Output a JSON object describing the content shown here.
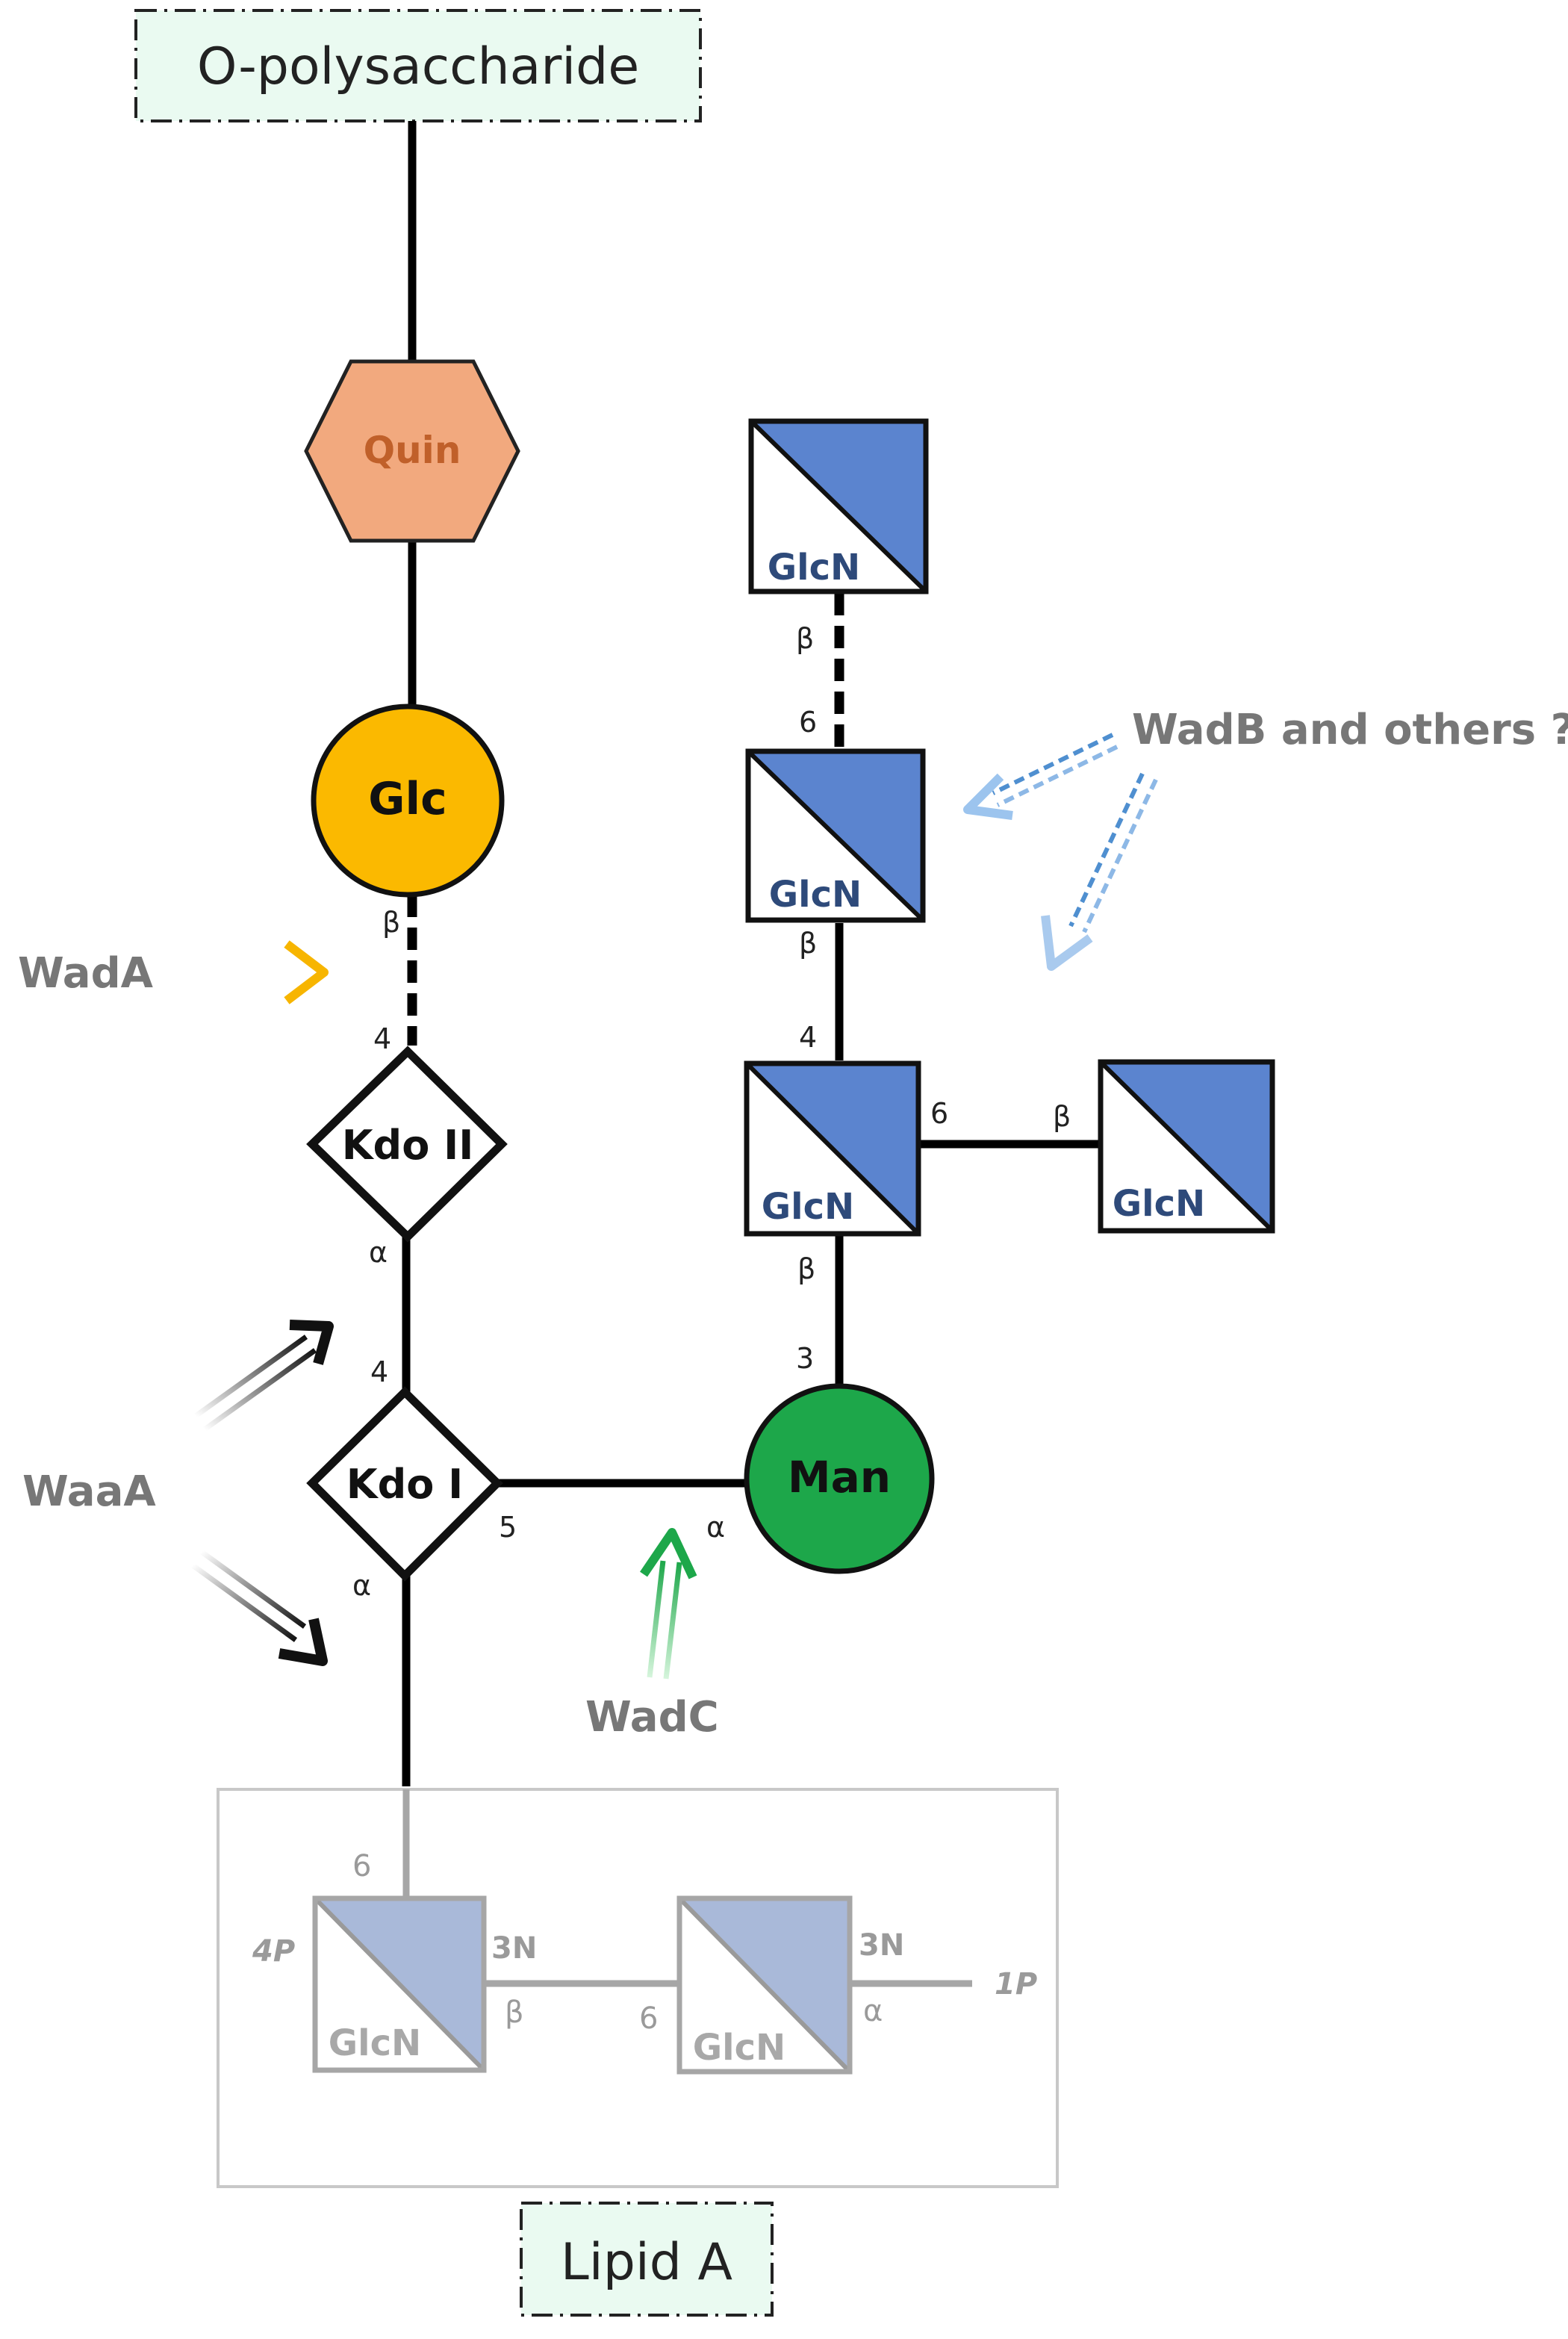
{
  "top_box": {
    "label": "O-polysaccharide"
  },
  "bottom_box": {
    "label": "Lipid A"
  },
  "nodes": {
    "quin": "Quin",
    "glc": "Glc",
    "kdo2": "Kdo II",
    "kdo1": "Kdo I",
    "man": "Man",
    "glcn_top": "GlcN",
    "glcn_mid": "GlcN",
    "glcn_branch": "GlcN",
    "glcn_side": "GlcN",
    "lipid_glcn_left": "GlcN",
    "lipid_glcn_right": "GlcN"
  },
  "enzymes": {
    "wada": "WadA",
    "waaa": "WaaA",
    "wadc": "WadC",
    "wadb": "WadB and others ?"
  },
  "linkages": {
    "glc_beta": "β",
    "kdo2_4": "4",
    "kdo2_alpha": "α",
    "kdo1_4": "4",
    "kdo1_5": "5",
    "kdo1_alpha": "α",
    "man_alpha": "α",
    "man_3": "3",
    "branch_beta": "β",
    "branch_6": "6",
    "side_beta": "β",
    "branch_4": "4",
    "mid_beta": "β",
    "mid_6": "6",
    "top_beta": "β",
    "lipid_6": "6",
    "lipid_4p": "4P",
    "lipid_3n_left": "3N",
    "lipid_beta": "β",
    "lipid_6b": "6",
    "lipid_3n_right": "3N",
    "lipid_alpha": "α",
    "lipid_1p": "1P"
  },
  "colors": {
    "quin": "#f2a97e",
    "quin_text": "#c0602a",
    "glc": "#fbb900",
    "man": "#1da74a",
    "glcn": "#5b84cf",
    "glcn_text": "#2e4a7a",
    "lipid_glcn": "#a9b9d9",
    "lipid_text": "#9a9a9a",
    "box_fill": "#eafaf1",
    "wada_arrow": "#f7b500",
    "wadc_arrow": "#2bb24c",
    "wadb_arrow": "#4f8fd0"
  }
}
